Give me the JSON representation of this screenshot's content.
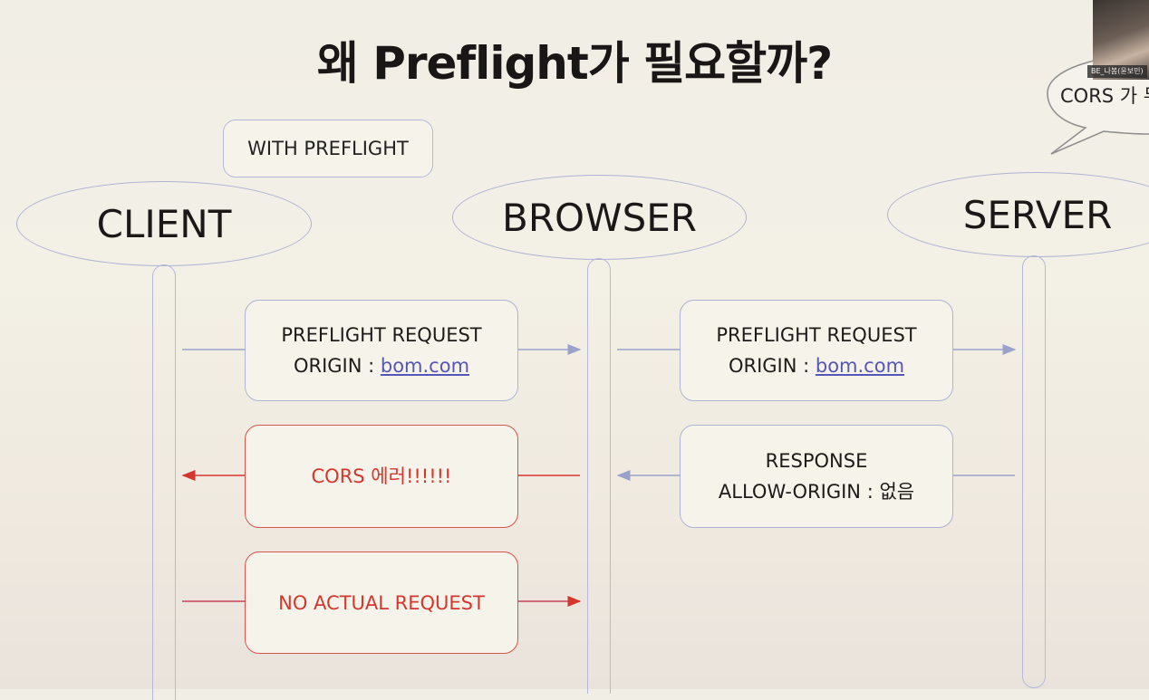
{
  "slide": {
    "title": "왜 Preflight가 필요할까?",
    "note": "WITH PREFLIGHT"
  },
  "actors": {
    "client": "CLIENT",
    "browser": "BROWSER",
    "server": "SERVER"
  },
  "messages": {
    "client_to_browser_preflight": {
      "line1": "PREFLIGHT REQUEST",
      "origin_label": "ORIGIN : ",
      "origin_value": "bom.com"
    },
    "browser_to_server_preflight": {
      "line1": "PREFLIGHT REQUEST",
      "origin_label": "ORIGIN : ",
      "origin_value": "bom.com"
    },
    "server_response": {
      "line1": "RESPONSE",
      "line2": "ALLOW-ORIGIN : 없음"
    },
    "cors_error": {
      "text": "CORS 에러!!!!!!"
    },
    "no_actual_request": {
      "text": "NO ACTUAL REQUEST"
    }
  },
  "overlay": {
    "speech_bubble": "CORS 가 무",
    "camera_label": "BE_나봄(윤보민)"
  },
  "colors": {
    "flow_line": "#9aa2cc",
    "error": "#d4372e",
    "link": "#5656b8"
  }
}
